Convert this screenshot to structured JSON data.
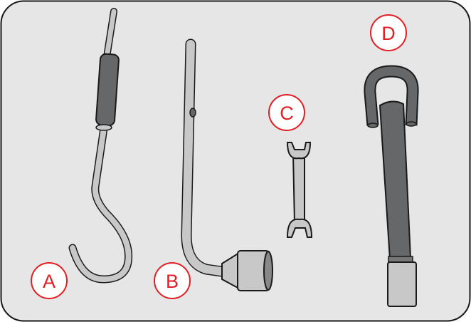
{
  "labels": {
    "a": "A",
    "b": "B",
    "c": "C",
    "d": "D"
  },
  "colors": {
    "background": "#e6e6e6",
    "label": "#e31e24",
    "dark_grip": "#666769",
    "light_metal": "#c8c8c8",
    "outline": "#1a1a1a"
  },
  "items": [
    {
      "label": "A",
      "icon": "hook-rod-icon"
    },
    {
      "label": "B",
      "icon": "socket-wrench-icon"
    },
    {
      "label": "C",
      "icon": "open-end-wrench-icon"
    },
    {
      "label": "D",
      "icon": "extension-handle-icon"
    }
  ]
}
